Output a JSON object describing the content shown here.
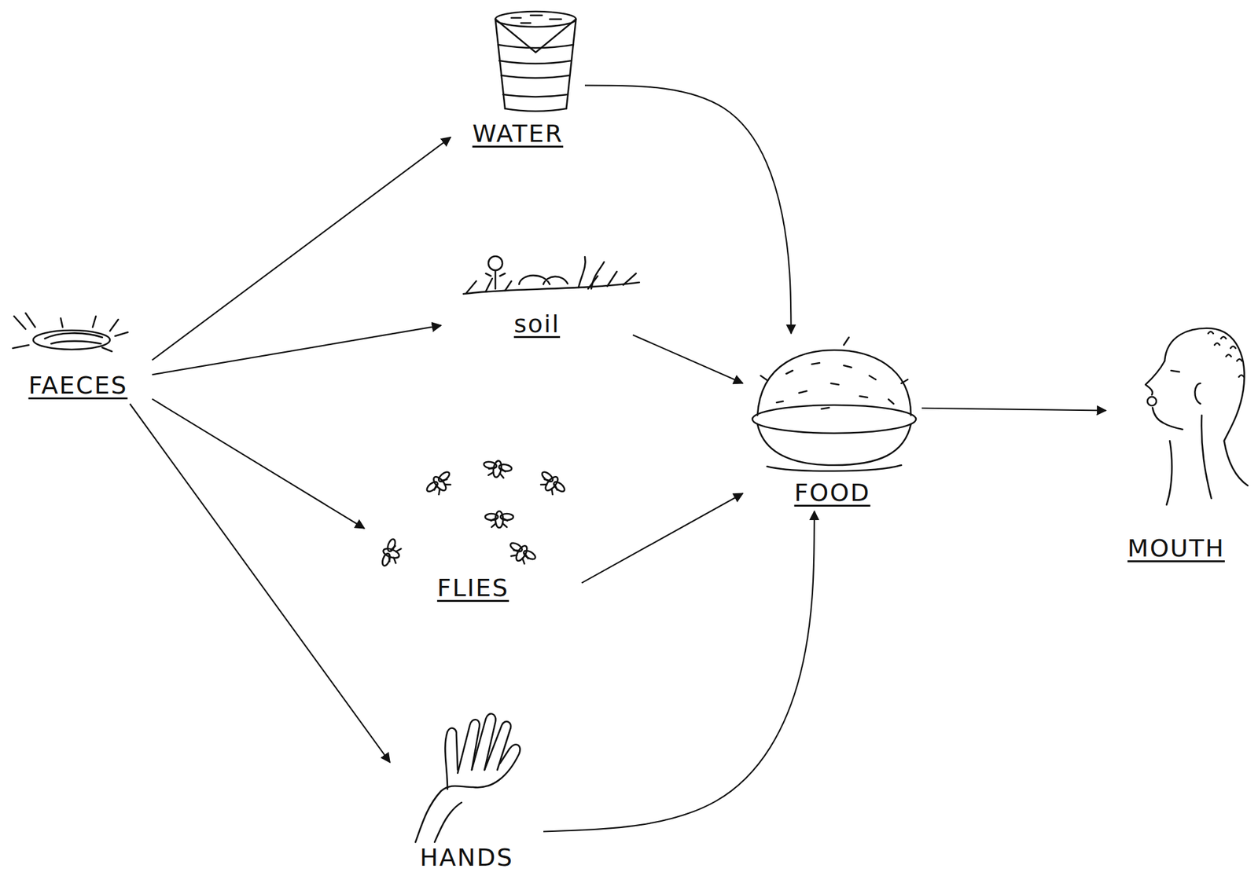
{
  "diagram": {
    "nodes": [
      {
        "text": [
          "FAECES"
        ]
      },
      {
        "text": [
          "WATER"
        ]
      },
      {
        "text": [
          "soil"
        ]
      },
      {
        "text": [
          "FLIES"
        ]
      },
      {
        "text": [
          "HANDS"
        ]
      },
      {
        "text": [
          "FOOD"
        ]
      },
      {
        "text": [
          "MOUTH"
        ]
      }
    ],
    "edges": [
      {
        "from": 0,
        "to": 1,
        "arrow": "to"
      },
      {
        "from": 0,
        "to": 2,
        "arrow": "to"
      },
      {
        "from": 0,
        "to": 3,
        "arrow": "to"
      },
      {
        "from": 0,
        "to": 4,
        "arrow": "to"
      },
      {
        "from": 1,
        "to": 5,
        "arrow": "to"
      },
      {
        "from": 2,
        "to": 5,
        "arrow": "to"
      },
      {
        "from": 3,
        "to": 5,
        "arrow": "to"
      },
      {
        "from": 4,
        "to": 5,
        "arrow": "to"
      },
      {
        "from": 5,
        "to": 6,
        "arrow": "to"
      }
    ]
  }
}
